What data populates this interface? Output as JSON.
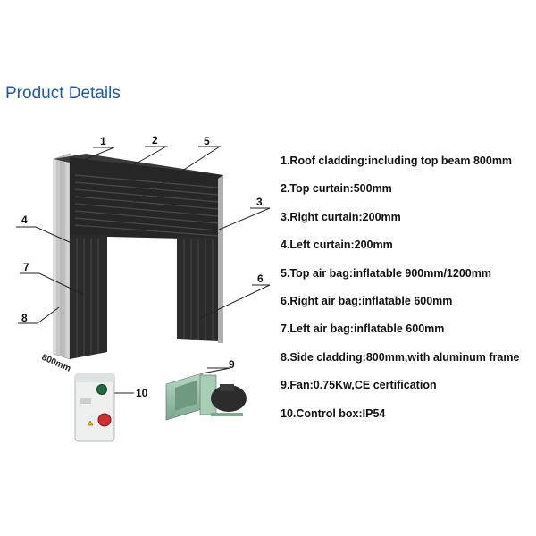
{
  "heading": "Product Details",
  "callouts": [
    "1",
    "2",
    "3",
    "4",
    "5",
    "6",
    "7",
    "8",
    "9",
    "10"
  ],
  "dimension_label": "800mm",
  "specs": [
    "1.Roof cladding:including top beam 800mm",
    "2.Top curtain:500mm",
    "3.Right curtain:200mm",
    "4.Left curtain:200mm",
    "5.Top air bag:inflatable 900mm/1200mm",
    "6.Right air bag:inflatable 600mm",
    "7.Left air bag:inflatable 600mm",
    "8.Side cladding:800mm,with aluminum frame",
    "9.Fan:0.75Kw,CE certification",
    "10.Control box:IP54"
  ],
  "colors": {
    "heading": "#1e5aa8",
    "curtain": "#2b2b2b",
    "frame": "#c8c8c8",
    "fan": "#9fc4ad",
    "control_box": "#eef0f0",
    "button_green": "#1f6d3e",
    "button_red": "#d42c2c"
  }
}
